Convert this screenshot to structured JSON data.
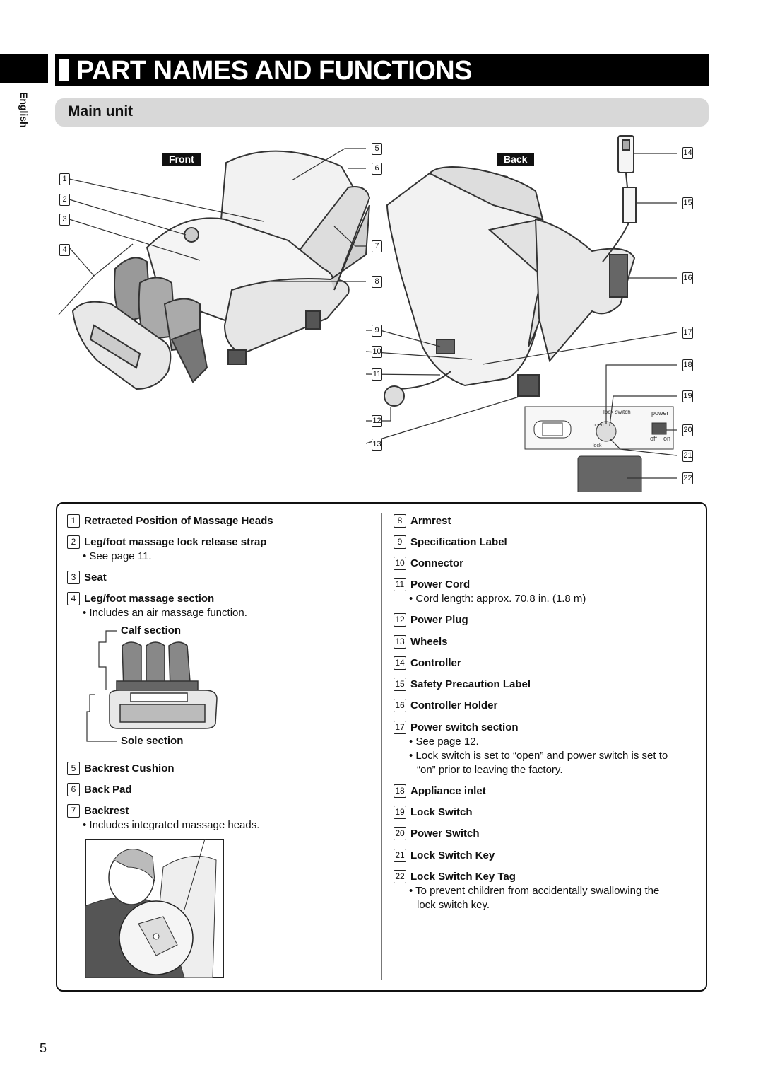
{
  "page": {
    "language_tab": "English",
    "page_number": "5"
  },
  "header": {
    "title": "PART NAMES AND FUNCTIONS",
    "section": "Main unit"
  },
  "figure": {
    "front_tag": "Front",
    "back_tag": "Back",
    "callouts": [
      "1",
      "2",
      "3",
      "4",
      "5",
      "6",
      "7",
      "8",
      "9",
      "10",
      "11",
      "12",
      "13",
      "14",
      "15",
      "16",
      "17",
      "18",
      "19",
      "20",
      "21",
      "22"
    ],
    "panel_labels": {
      "lock_switch": "lock switch",
      "open": "open",
      "lock": "lock",
      "power": "power",
      "off": "off",
      "on": "on"
    }
  },
  "legend": {
    "left": [
      {
        "num": "1",
        "label": "Retracted Position of Massage Heads"
      },
      {
        "num": "2",
        "label": "Leg/foot massage lock release strap",
        "notes": [
          "• See page 11."
        ]
      },
      {
        "num": "3",
        "label": "Seat"
      },
      {
        "num": "4",
        "label": "Leg/foot massage section",
        "notes": [
          "• Includes an air massage function."
        ]
      },
      {
        "num": "5",
        "label": "Backrest Cushion"
      },
      {
        "num": "6",
        "label": "Back Pad"
      },
      {
        "num": "7",
        "label": "Backrest",
        "notes": [
          "• Includes integrated massage heads."
        ]
      }
    ],
    "leg_diagram": {
      "calf": "Calf section",
      "sole": "Sole section"
    },
    "right": [
      {
        "num": "8",
        "label": "Armrest"
      },
      {
        "num": "9",
        "label": "Specification Label"
      },
      {
        "num": "10",
        "label": "Connector"
      },
      {
        "num": "11",
        "label": "Power Cord",
        "notes": [
          "• Cord length: approx. 70.8 in. (1.8 m)"
        ]
      },
      {
        "num": "12",
        "label": "Power Plug"
      },
      {
        "num": "13",
        "label": "Wheels"
      },
      {
        "num": "14",
        "label": "Controller"
      },
      {
        "num": "15",
        "label": "Safety Precaution Label"
      },
      {
        "num": "16",
        "label": "Controller Holder"
      },
      {
        "num": "17",
        "label": "Power switch section",
        "notes": [
          "• See page 12.",
          "• Lock switch is set to “open” and power switch is set to",
          "“on” prior to leaving the factory."
        ]
      },
      {
        "num": "18",
        "label": "Appliance inlet"
      },
      {
        "num": "19",
        "label": "Lock Switch"
      },
      {
        "num": "20",
        "label": "Power Switch"
      },
      {
        "num": "21",
        "label": "Lock Switch Key"
      },
      {
        "num": "22",
        "label": "Lock Switch Key Tag",
        "notes": [
          "• To prevent children from accidentally swallowing the",
          "lock switch key."
        ]
      }
    ]
  }
}
